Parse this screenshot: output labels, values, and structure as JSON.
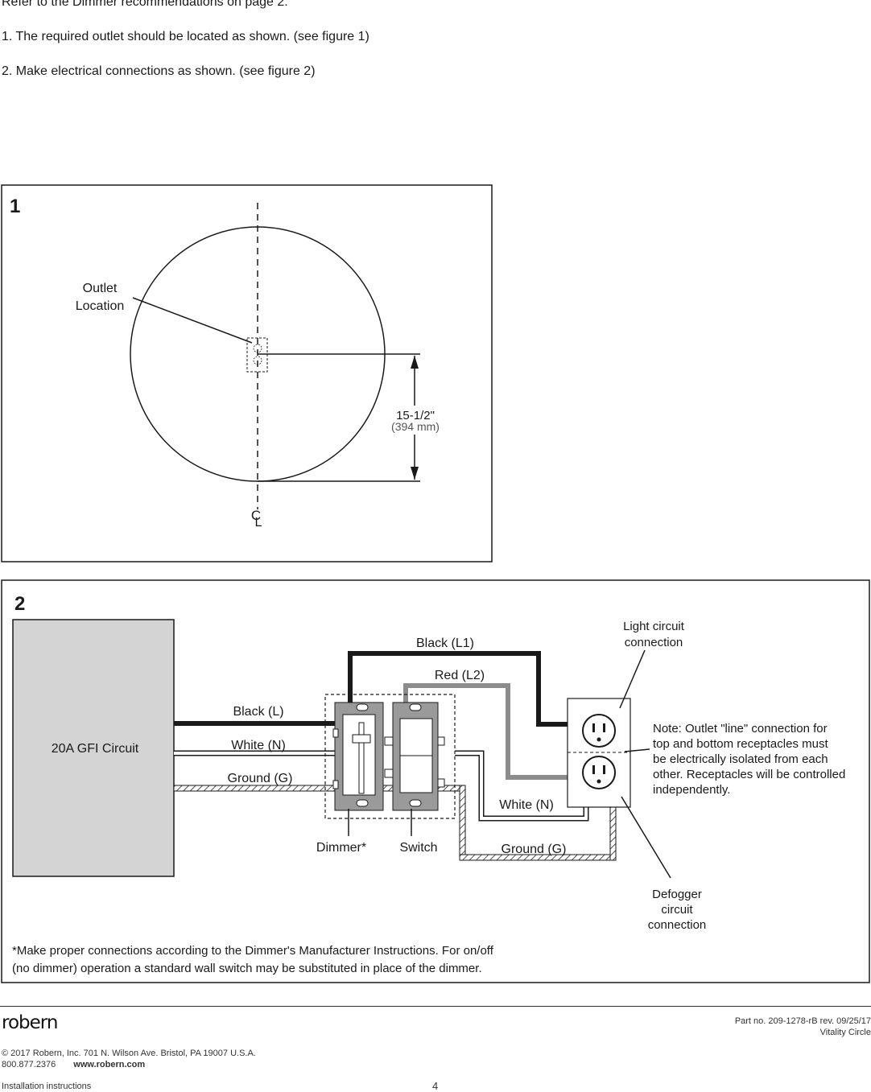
{
  "intro": {
    "line0": "Refer to the Dimmer recommendations on page 2.",
    "line1": "1. The required outlet should be located as shown. (see figure 1)",
    "line2": "2.  Make electrical connections as shown. (see figure 2)"
  },
  "figure1": {
    "number": "1",
    "outlet_label_1": "Outlet",
    "outlet_label_2": "Location",
    "dimension_imperial": "15-1/2\"",
    "dimension_metric": "(394 mm)",
    "centerline_c": "C",
    "centerline_l": "L"
  },
  "figure2": {
    "number": "2",
    "gfi_label": "20A GFI Circuit",
    "wire_black_l": "Black (L)",
    "wire_white_n": "White (N)",
    "wire_ground_g": "Ground (G)",
    "wire_black_l1": "Black (L1)",
    "wire_red_l2": "Red (L2)",
    "wire_white_n_right": "White (N)",
    "wire_ground_g_right": "Ground (G)",
    "dimmer_label": "Dimmer*",
    "switch_label": "Switch",
    "light_circuit_1": "Light circuit",
    "light_circuit_2": "connection",
    "note_1": "Note: Outlet \"line\" connection for",
    "note_2": "top and bottom receptacles must",
    "note_3": "be electrically isolated from each",
    "note_4": "other. Receptacles will be controlled",
    "note_5": "independently.",
    "defogger_1": "Defogger",
    "defogger_2": "circuit",
    "defogger_3": "connection",
    "footnote_1": "*Make proper connections according to the Dimmer's Manufacturer Instructions. For on/off",
    "footnote_2": "(no dimmer) operation a standard wall switch may be substituted in place of the dimmer."
  },
  "footer": {
    "brand": "robern",
    "part_no": "Part no. 209-1278-rB   rev. 09/25/17",
    "product": "Vitality Circle",
    "copyright": "© 2017 Robern, Inc. 701 N. Wilson Ave. Bristol, PA  19007  U.S.A.",
    "phone": "800.877.2376",
    "website": "www.robern.com",
    "doc_type": "Installation instructions",
    "page_number": "4"
  },
  "colors": {
    "ink": "#1a1a1a",
    "gfi_fill": "#d4d4d4",
    "wire_red": "#8c8c8c",
    "device_gray": "#9a9a9a"
  }
}
